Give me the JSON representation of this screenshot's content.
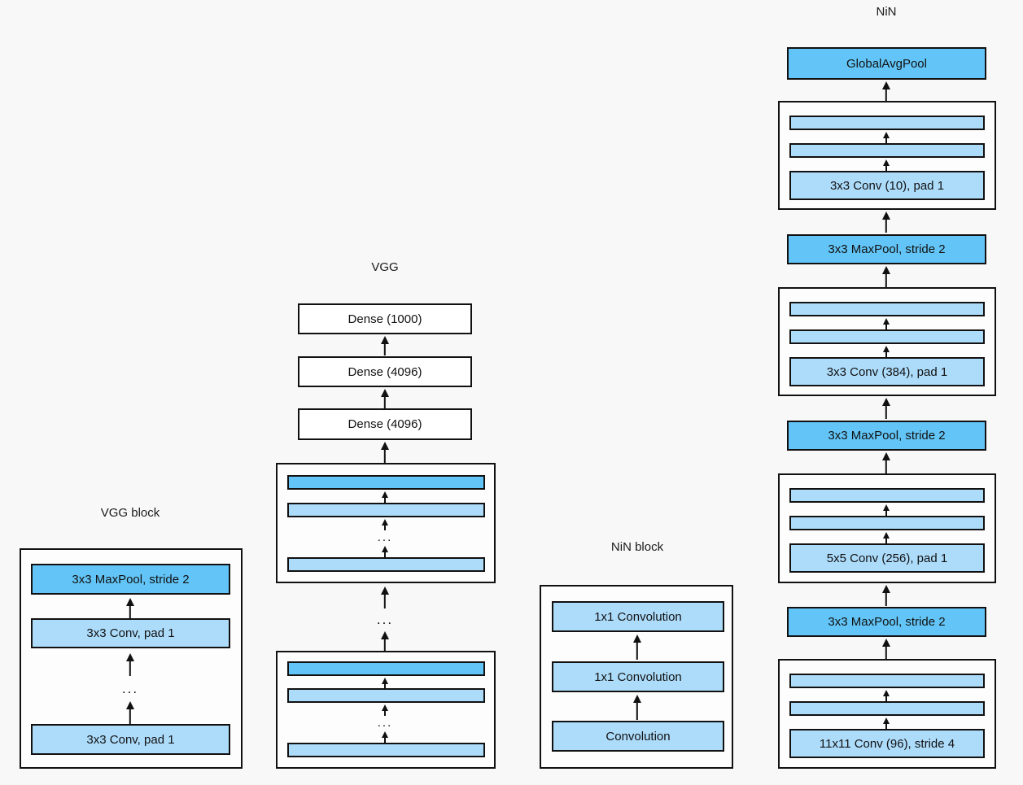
{
  "figure": {
    "background_color": "#f8f8f8",
    "colors": {
      "light_blue": "#addcfb",
      "dark_blue": "#63c5f7",
      "white": "#ffffff",
      "stroke": "#111111"
    }
  },
  "panels": {
    "vgg_block": {
      "title": "VGG block",
      "nodes": [
        {
          "label": "3x3 MaxPool, stride 2",
          "style": "dark"
        },
        {
          "label": "...",
          "style": "ellipsis"
        },
        {
          "label": "3x3 Conv, pad 1",
          "style": "light"
        },
        {
          "label": "3x3 Conv, pad 1",
          "style": "light"
        }
      ]
    },
    "vgg": {
      "title": "VGG",
      "nodes": [
        {
          "label": "Dense (1000)",
          "style": "plain"
        },
        {
          "label": "Dense (4096)",
          "style": "plain"
        },
        {
          "label": "Dense (4096)",
          "style": "plain"
        },
        {
          "label": "",
          "style": "group-vgg-block-top"
        },
        {
          "label": "...",
          "style": "ellipsis"
        },
        {
          "label": "",
          "style": "group-vgg-block-bottom"
        }
      ],
      "block_bars": {
        "top_bar": {
          "label": "",
          "style": "dark"
        },
        "middle_bar": {
          "label": "",
          "style": "light"
        },
        "ellipsis": "...",
        "bottom_bar": {
          "label": "",
          "style": "light"
        }
      }
    },
    "nin_block": {
      "title": "NiN block",
      "nodes": [
        {
          "label": "1x1 Convolution",
          "style": "light"
        },
        {
          "label": "1x1 Convolution",
          "style": "light"
        },
        {
          "label": "Convolution",
          "style": "light"
        }
      ]
    },
    "nin": {
      "title": "NiN",
      "nodes": [
        {
          "label": "GlobalAvgPool",
          "style": "dark"
        },
        {
          "label": "3x3 Conv (10), pad 1",
          "style": "group-block",
          "bars": [
            "",
            ""
          ]
        },
        {
          "label": "3x3 MaxPool, stride 2",
          "style": "dark"
        },
        {
          "label": "3x3 Conv (384), pad 1",
          "style": "group-block",
          "bars": [
            "",
            ""
          ]
        },
        {
          "label": "3x3 MaxPool, stride 2",
          "style": "dark"
        },
        {
          "label": "5x5 Conv (256), pad 1",
          "style": "group-block",
          "bars": [
            "",
            ""
          ]
        },
        {
          "label": "3x3 MaxPool, stride 2",
          "style": "dark"
        },
        {
          "label": "11x11 Conv (96), stride 4",
          "style": "group-block",
          "bars": [
            "",
            ""
          ]
        }
      ]
    }
  }
}
